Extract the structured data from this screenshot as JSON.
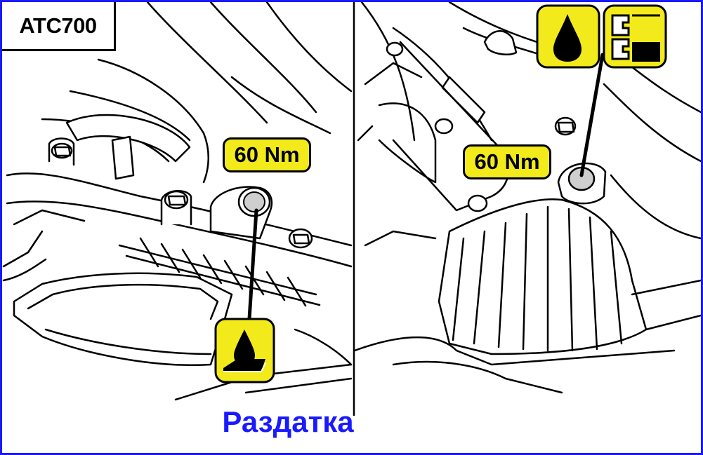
{
  "model_label": "ATC700",
  "torque_left": "60 Nm",
  "torque_right": "60 Nm",
  "caption": "Раздатка",
  "icons": {
    "left_bottom": "oil-level-icon",
    "right_top_1": "oil-drop-icon",
    "right_top_2": "drain-plug-icon"
  },
  "colors": {
    "border": "#1a1aff",
    "caption": "#1a1aff",
    "badge_fill": "#f2ea1a",
    "line": "#000000"
  }
}
